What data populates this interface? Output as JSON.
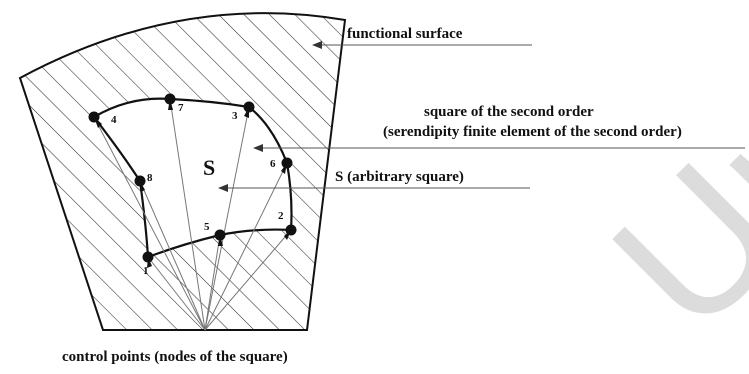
{
  "labels": {
    "functional_surface": "functional surface",
    "square_second_order_line1": "square of the second order",
    "square_second_order_line2": "(serendipity finite element of the second order)",
    "arbitrary_square": "S (arbitrary square)",
    "control_points": "control points (nodes of the square)",
    "center_symbol": "S"
  },
  "nodes": [
    "1",
    "2",
    "3",
    "4",
    "5",
    "6",
    "7",
    "8"
  ],
  "watermark": "Univ"
}
